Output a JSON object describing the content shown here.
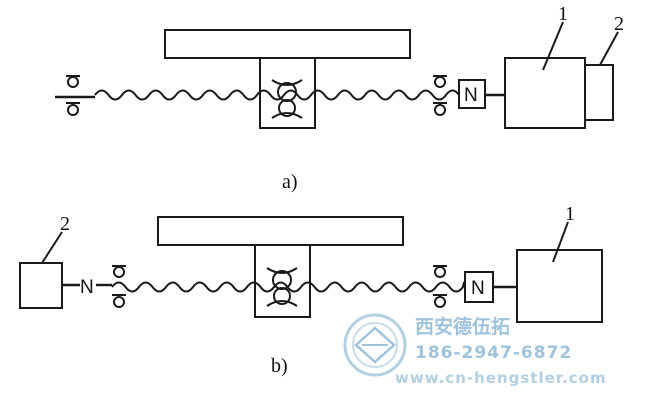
{
  "figure_a": {
    "caption": "a)",
    "label_motor": "1",
    "label_encoder": "2",
    "coupling_label": "N"
  },
  "figure_b": {
    "caption": "b)",
    "label_motor": "1",
    "label_encoder": "2",
    "coupling_left_label": "N",
    "coupling_right_label": "N"
  },
  "watermark": {
    "company": "西安德伍拓",
    "phone": "186-2947-6872",
    "url": "www.cn-hengstler.com",
    "colors": {
      "primary": "#9fc3dc",
      "secondary": "#b3cfe2"
    }
  }
}
